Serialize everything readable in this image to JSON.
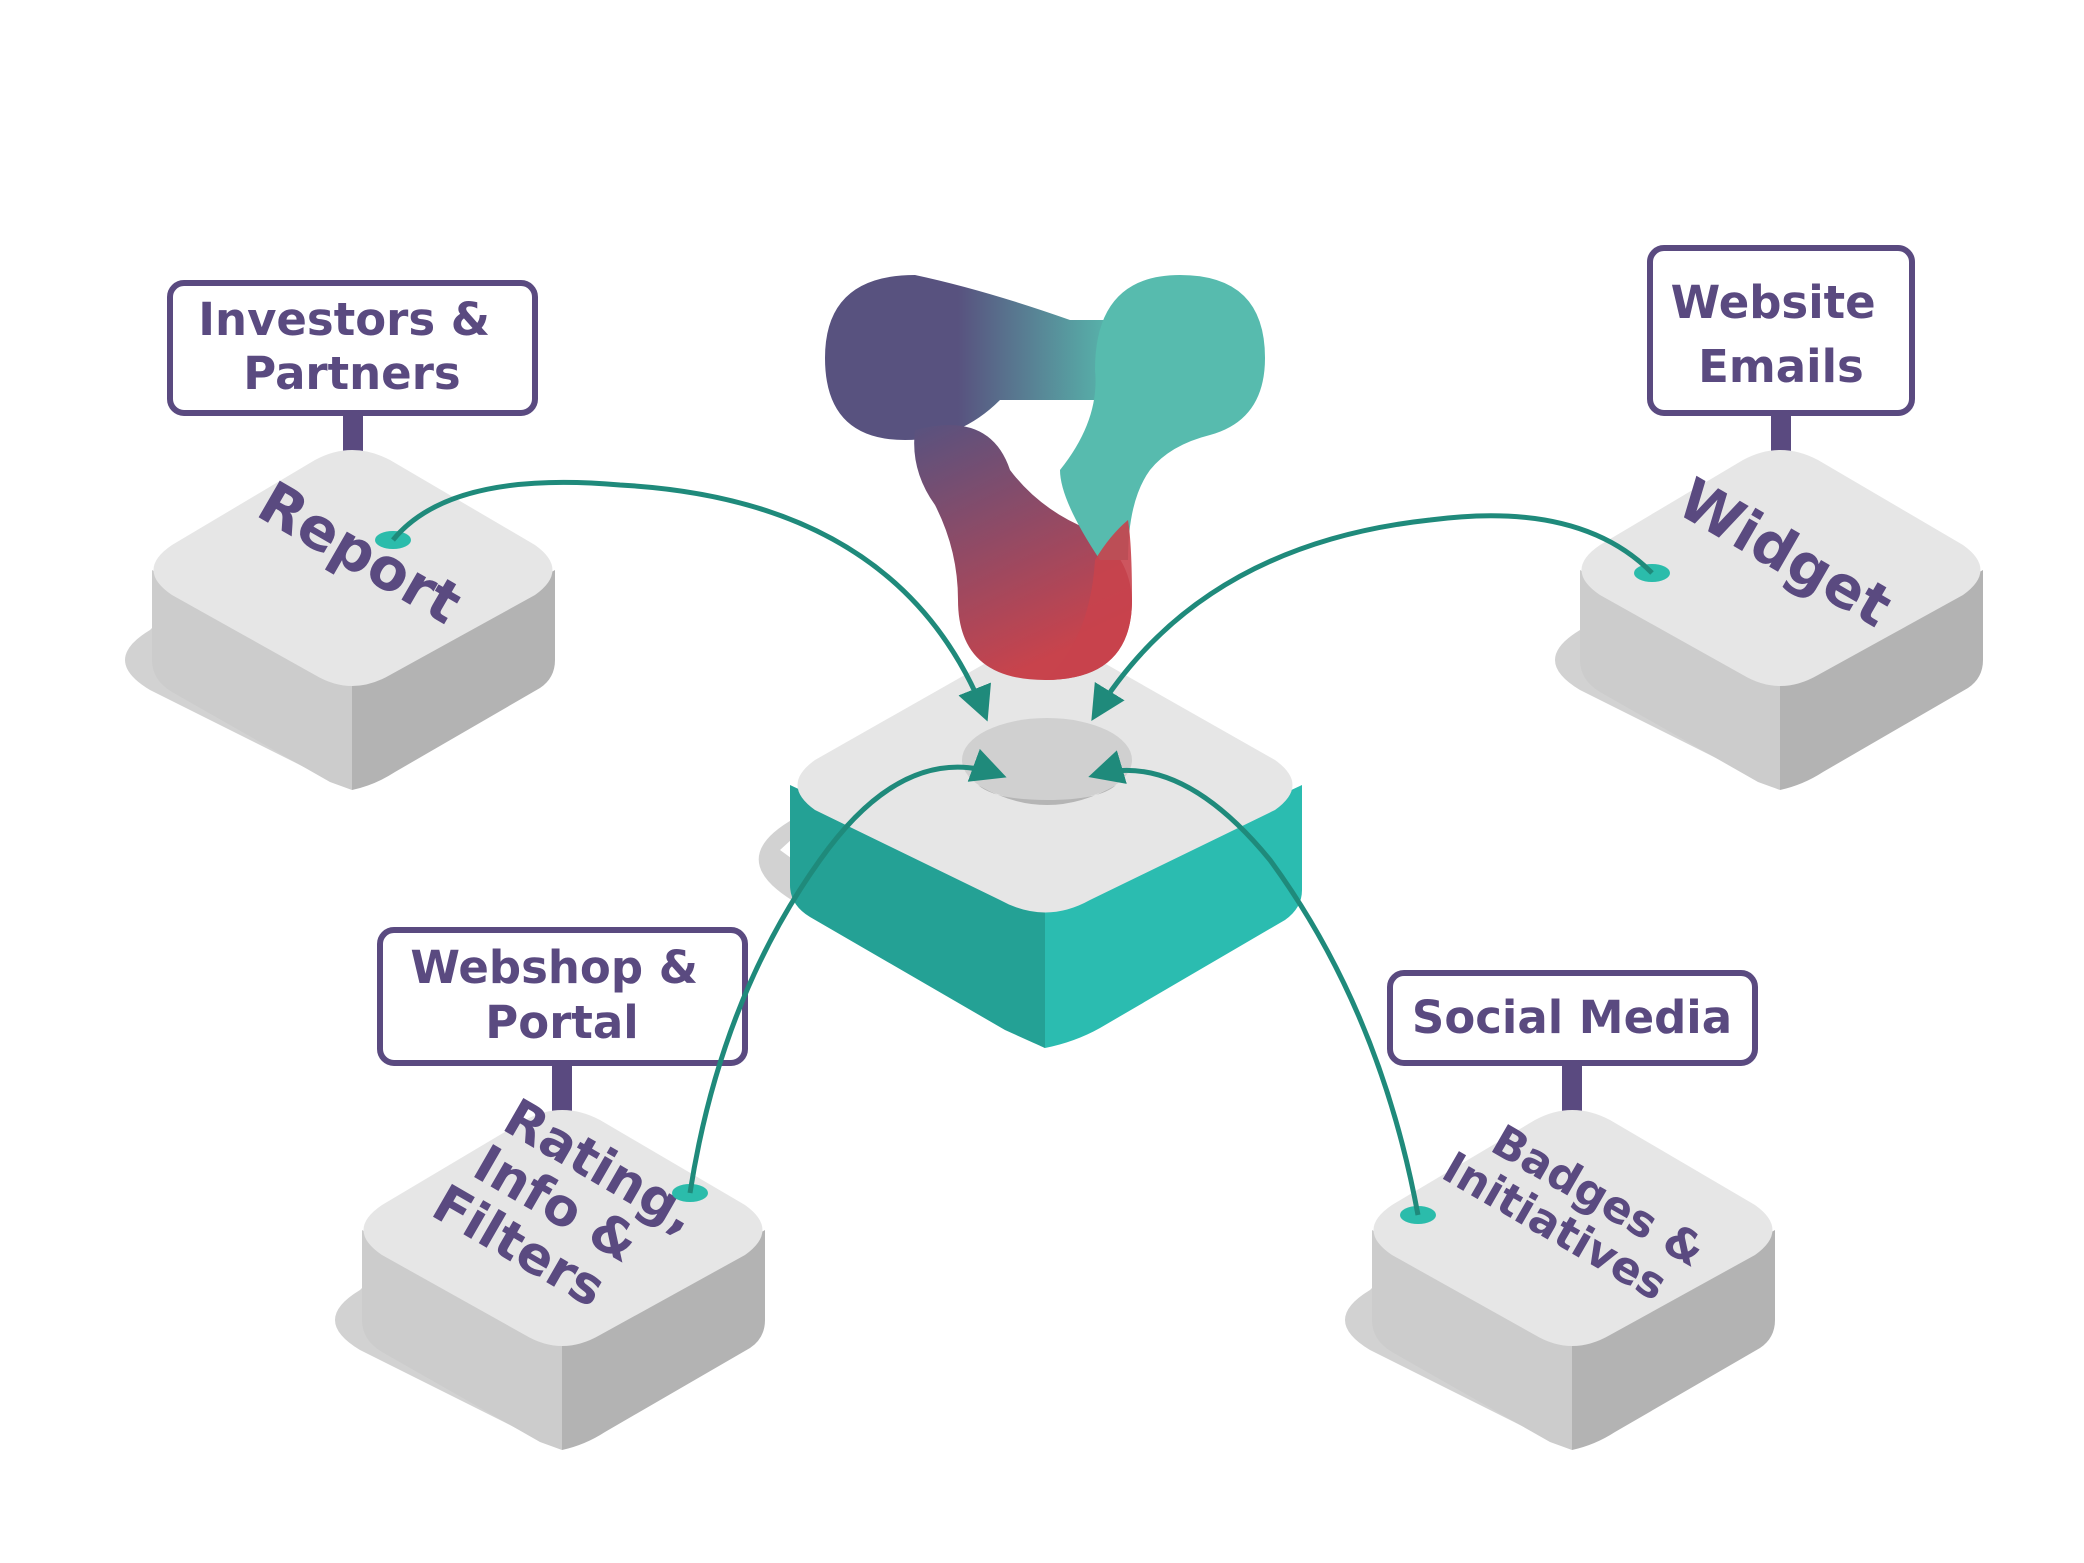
{
  "colors": {
    "text": "#5a4a80",
    "connector": "#1f8a7b",
    "dot": "#2bbcab",
    "sign_border": "#5a4a80",
    "post": "#5a4a80",
    "hub_side_left": "#24a195",
    "hub_side_right": "#2bbcb0",
    "block_top": "#e6e6e6",
    "block_left": "#cccccc",
    "block_right": "#b3b3b3",
    "shadow": "#d2d2d2",
    "logo_purple": "#58527f",
    "logo_teal": "#57bbae",
    "logo_red": "#c8434c"
  },
  "logo": {
    "icon": "tri-node-logo-icon"
  },
  "hub": {
    "icon": "central-platform"
  },
  "nodes": [
    {
      "id": "report",
      "sign_lines": [
        "Investors &",
        "Partners"
      ],
      "block_lines": [
        "Report"
      ]
    },
    {
      "id": "widget",
      "sign_lines": [
        "Website",
        "Emails"
      ],
      "block_lines": [
        "Widget"
      ]
    },
    {
      "id": "rating",
      "sign_lines": [
        "Webshop &",
        "Portal"
      ],
      "block_lines": [
        "Rating,",
        "Info &",
        "Filters"
      ]
    },
    {
      "id": "badges",
      "sign_lines": [
        "Social Media"
      ],
      "block_lines": [
        "Badges &",
        "Initiatives"
      ]
    }
  ]
}
